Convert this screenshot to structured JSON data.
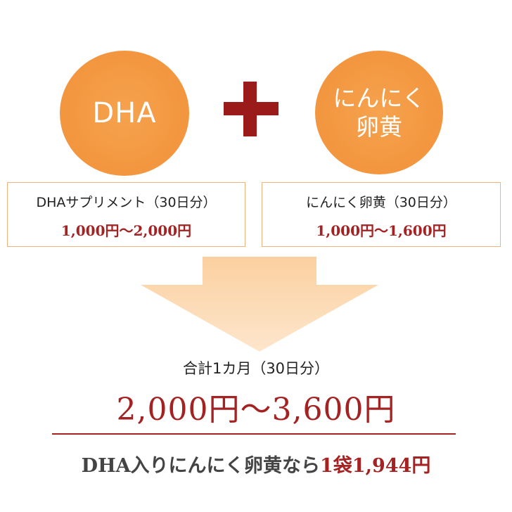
{
  "circles": {
    "left_label": "DHA",
    "right_label_line1": "にんにく",
    "right_label_line2": "卵黄"
  },
  "boxes": {
    "left": {
      "name": "DHAサプリメント（30日分）",
      "price": "1,000円〜2,000円"
    },
    "right": {
      "name": "にんにく卵黄（30日分）",
      "price": "1,000円〜1,600円"
    }
  },
  "total": {
    "label": "合計1カ月（30日分）",
    "price": "2,000円〜3,600円"
  },
  "bottom": {
    "text_prefix": "DHA入りにんにく卵黄なら",
    "text_accent": "1袋1,944円"
  },
  "colors": {
    "circle_orange": "#f2963f",
    "plus_red": "#9b1b1b",
    "price_red": "#a42222",
    "arrow_peach": "#fbd3a8",
    "box_border": "#f0b27f"
  },
  "icons": {
    "plus": "plus-icon",
    "arrow": "down-arrow-icon"
  }
}
